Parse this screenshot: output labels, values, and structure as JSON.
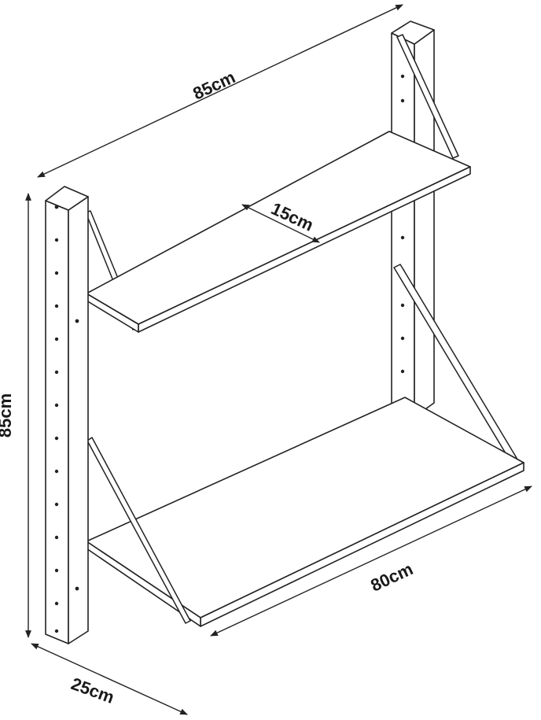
{
  "dimensions": {
    "top_width": "85cm",
    "height": "85cm",
    "shelf_depth": "15cm",
    "shelf_width": "80cm",
    "base_depth": "25cm"
  }
}
